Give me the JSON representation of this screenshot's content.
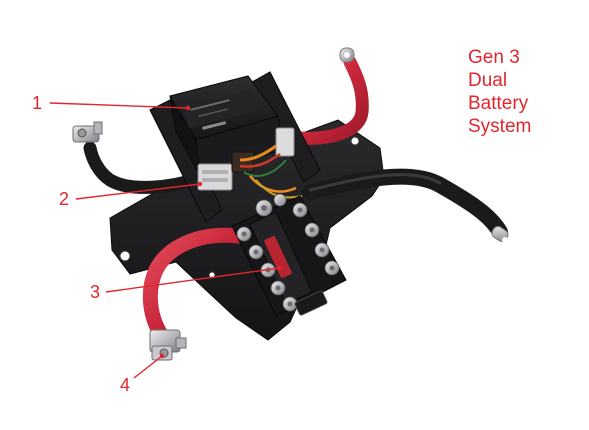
{
  "title": {
    "lines": [
      "Gen 3",
      "Dual",
      "Battery",
      "System"
    ]
  },
  "callouts": [
    {
      "label": "1"
    },
    {
      "label": "2"
    },
    {
      "label": "3"
    },
    {
      "label": "4"
    }
  ],
  "colors": {
    "accent": "#e3262d",
    "cable_red": "#d12a3c",
    "plate": "#1c1c1e",
    "background": "#ffffff"
  }
}
